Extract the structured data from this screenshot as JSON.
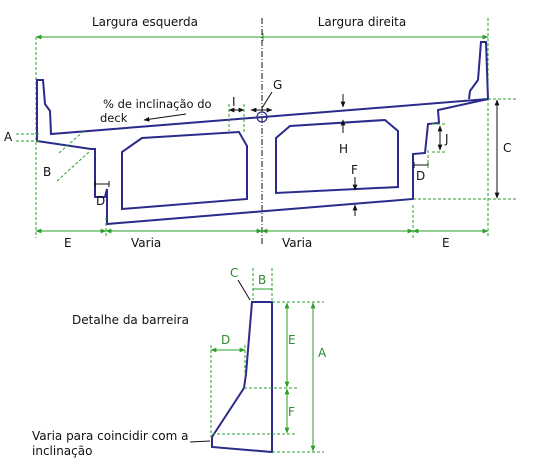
{
  "section": {
    "width_left_label": "Largura esquerda",
    "width_right_label": "Largura direita",
    "slope_label_line1": "% de inclinação do",
    "slope_label_line2": "deck",
    "dim_A": "A",
    "dim_B": "B",
    "dim_C": "C",
    "dim_D_left": "D",
    "dim_D_right": "D",
    "dim_E_left": "E",
    "dim_E_right": "E",
    "dim_F": "F",
    "dim_G": "G",
    "dim_H": "H",
    "dim_I": "I",
    "dim_J": "J",
    "varies_left": "Varia",
    "varies_right": "Varia"
  },
  "barrier_detail": {
    "title": "Detalhe da barreira",
    "dim_A": "A",
    "dim_B": "B",
    "dim_C": "C",
    "dim_D": "D",
    "dim_E": "E",
    "dim_F": "F",
    "note_line1": "Varia para coincidir com a",
    "note_line2": "inclinação"
  },
  "colors": {
    "structure": "#2b2b8c",
    "dimension_green": "#2aa02a",
    "dimension_black": "#111111"
  }
}
